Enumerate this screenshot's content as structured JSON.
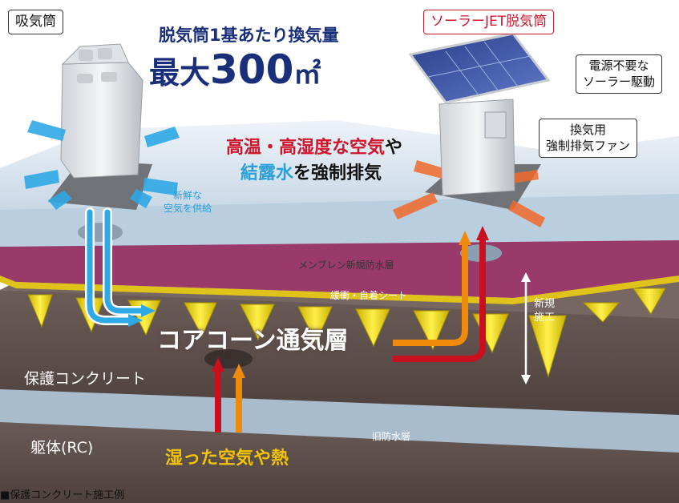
{
  "callouts": {
    "intake": "吸気筒",
    "solar": "ソーラーJET脱気筒",
    "power": [
      "電源不要な",
      "ソーラー駆動"
    ],
    "fan": [
      "換気用",
      "強制排気ファン"
    ]
  },
  "headline": {
    "line1": "脱気筒1基あたり換気量",
    "line2_prefix": "最大",
    "line2_value": "300",
    "line2_unit": "㎡"
  },
  "exhaust_text": {
    "line1_a": "高温・高湿度な空気",
    "line1_b": "や",
    "line2_a": "結露水",
    "line2_b": "を強制排気"
  },
  "fresh_air": [
    "新鮮な",
    "空気を供給"
  ],
  "layers": {
    "membrane": "メンブレン新規防水層",
    "cushion": "緩衝・自着シート",
    "new_work": [
      "新規",
      "施工"
    ],
    "core_cone": "コアコーン通気層",
    "protect_concrete": "保護コンクリート",
    "old_waterproof": "旧防水層",
    "body_rc": "躯体(RC)"
  },
  "bottom_text": "湿った空気や熱",
  "caption": "■保護コンクリート施工例",
  "colors": {
    "red": "#d0142c",
    "blue_text": "#2a9fd8",
    "navy": "#1a2f7a",
    "arrow_blue": "#2fa8e6",
    "arrow_red": "#c8101e",
    "arrow_orange": "#f08a0c",
    "yellow": "#f2d500",
    "membrane_top": "#b9cfe0",
    "magenta": "#9a3a6a",
    "brown": "#5c4e4a"
  }
}
